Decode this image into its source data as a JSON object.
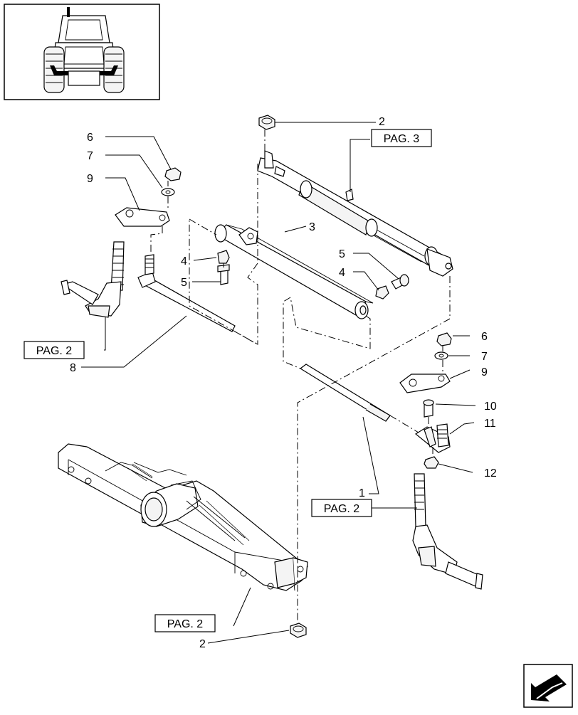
{
  "callouts": {
    "c1": "1",
    "c2_top": "2",
    "c2_bottom": "2",
    "c3": "3",
    "c4_left": "4",
    "c4_right": "4",
    "c5_left": "5",
    "c5_right": "5",
    "c6_left": "6",
    "c6_right": "6",
    "c7_left": "7",
    "c7_right": "7",
    "c8": "8",
    "c9_left": "9",
    "c9_right": "9",
    "c10": "10",
    "c11": "11",
    "c12": "12"
  },
  "page_refs": {
    "pag3": "PAG. 3",
    "pag2_left": "PAG. 2",
    "pag2_right": "PAG. 2",
    "pag2_bottom": "PAG. 2"
  },
  "icons": {
    "thumbnail": "tractor-front-thumbnail",
    "nav": "next-page-arrow-icon"
  }
}
